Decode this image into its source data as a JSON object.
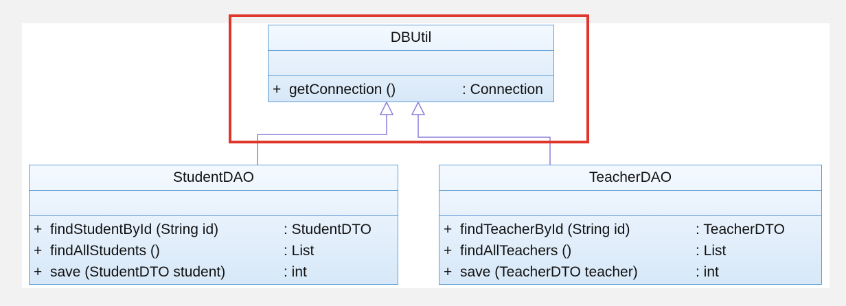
{
  "classes": {
    "dbutil": {
      "name": "DBUtil",
      "operations": [
        {
          "visibility": "+",
          "name": "getConnection ()",
          "type": ": Connection"
        }
      ]
    },
    "student_dao": {
      "name": "StudentDAO",
      "operations": [
        {
          "visibility": "+",
          "name": "findStudentById (String id)",
          "type": ": StudentDTO"
        },
        {
          "visibility": "+",
          "name": "findAllStudents ()",
          "type": ": List"
        },
        {
          "visibility": "+",
          "name": "save (StudentDTO student)",
          "type": ": int"
        }
      ]
    },
    "teacher_dao": {
      "name": "TeacherDAO",
      "operations": [
        {
          "visibility": "+",
          "name": "findTeacherById (String id)",
          "type": ": TeacherDTO"
        },
        {
          "visibility": "+",
          "name": "findAllTeachers ()",
          "type": ": List"
        },
        {
          "visibility": "+",
          "name": "save (TeacherDTO teacher)",
          "type": ": int"
        }
      ]
    }
  },
  "colors": {
    "class_border": "#5b9bd5",
    "edge": "#8a7fd8",
    "highlight": "#e0352b"
  }
}
